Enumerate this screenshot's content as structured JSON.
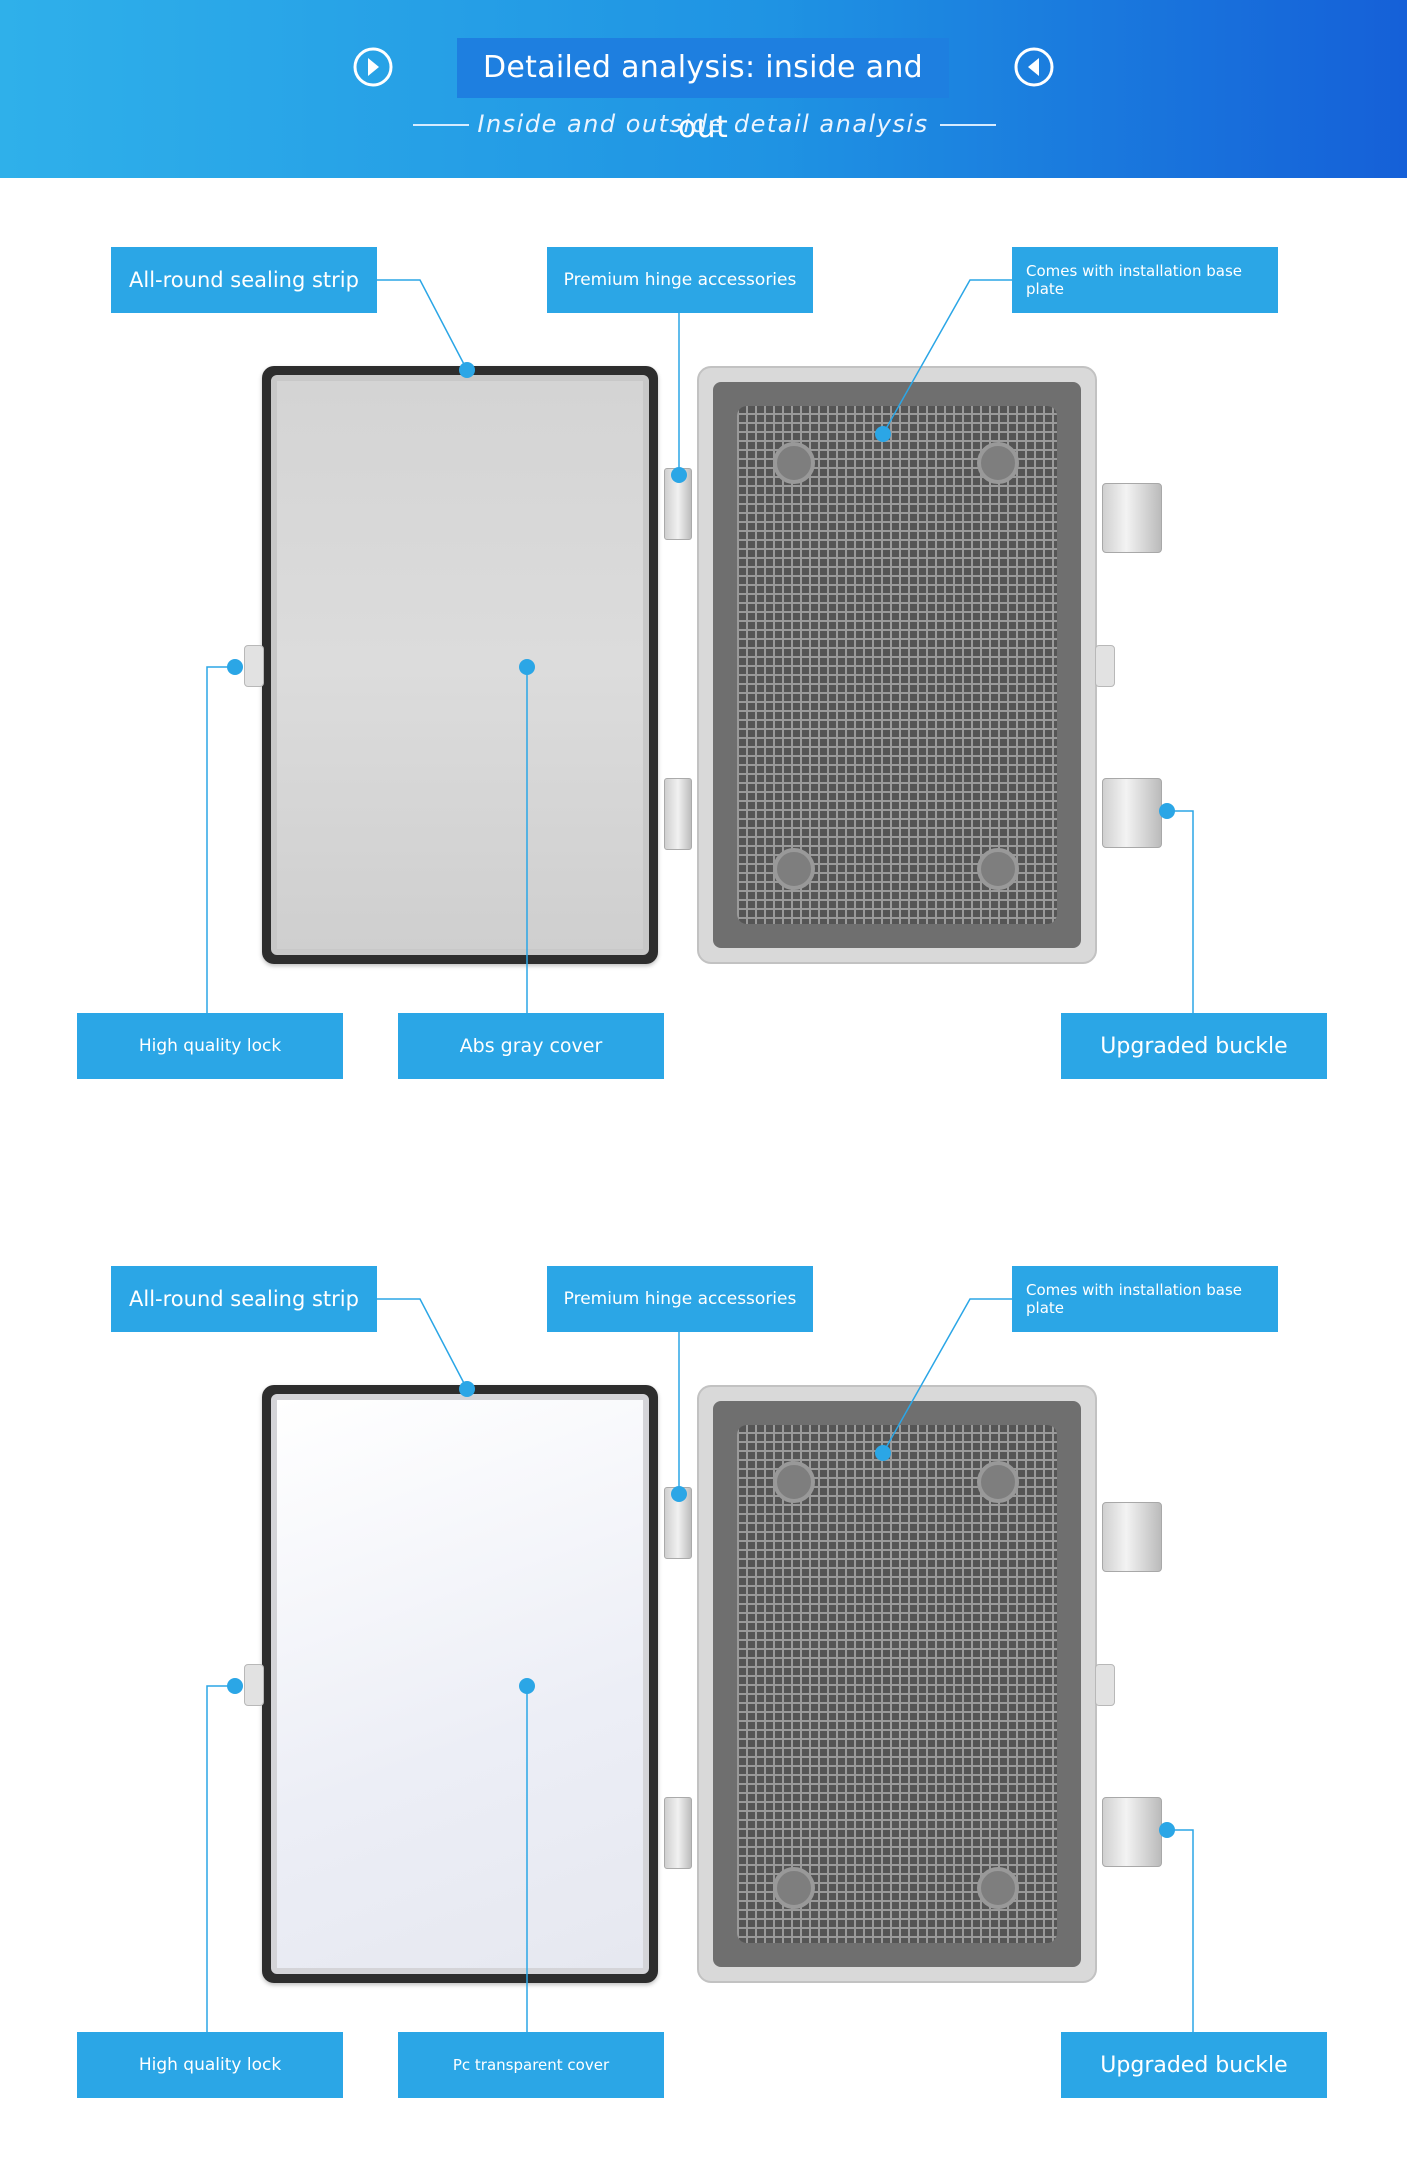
{
  "header": {
    "title": "Detailed analysis: inside and out",
    "subtitle": "Inside and outside detail analysis",
    "prev_icon": "chevron-right-circle-icon",
    "next_icon": "chevron-left-circle-icon"
  },
  "colors": {
    "accent": "#2ba6e6",
    "header_start": "#2fb0ea",
    "header_end": "#1560d8"
  },
  "section1": {
    "labels": {
      "sealing_strip": "All-round sealing strip",
      "hinge": "Premium hinge accessories",
      "base_plate": "Comes with installation base plate",
      "lock": "High quality lock",
      "cover": "Abs gray cover",
      "buckle": "Upgraded buckle"
    }
  },
  "section2": {
    "labels": {
      "sealing_strip": "All-round sealing strip",
      "hinge": "Premium hinge accessories",
      "base_plate": "Comes with installation base plate",
      "lock": "High quality lock",
      "cover": "Pc transparent cover",
      "buckle": "Upgraded buckle"
    }
  }
}
